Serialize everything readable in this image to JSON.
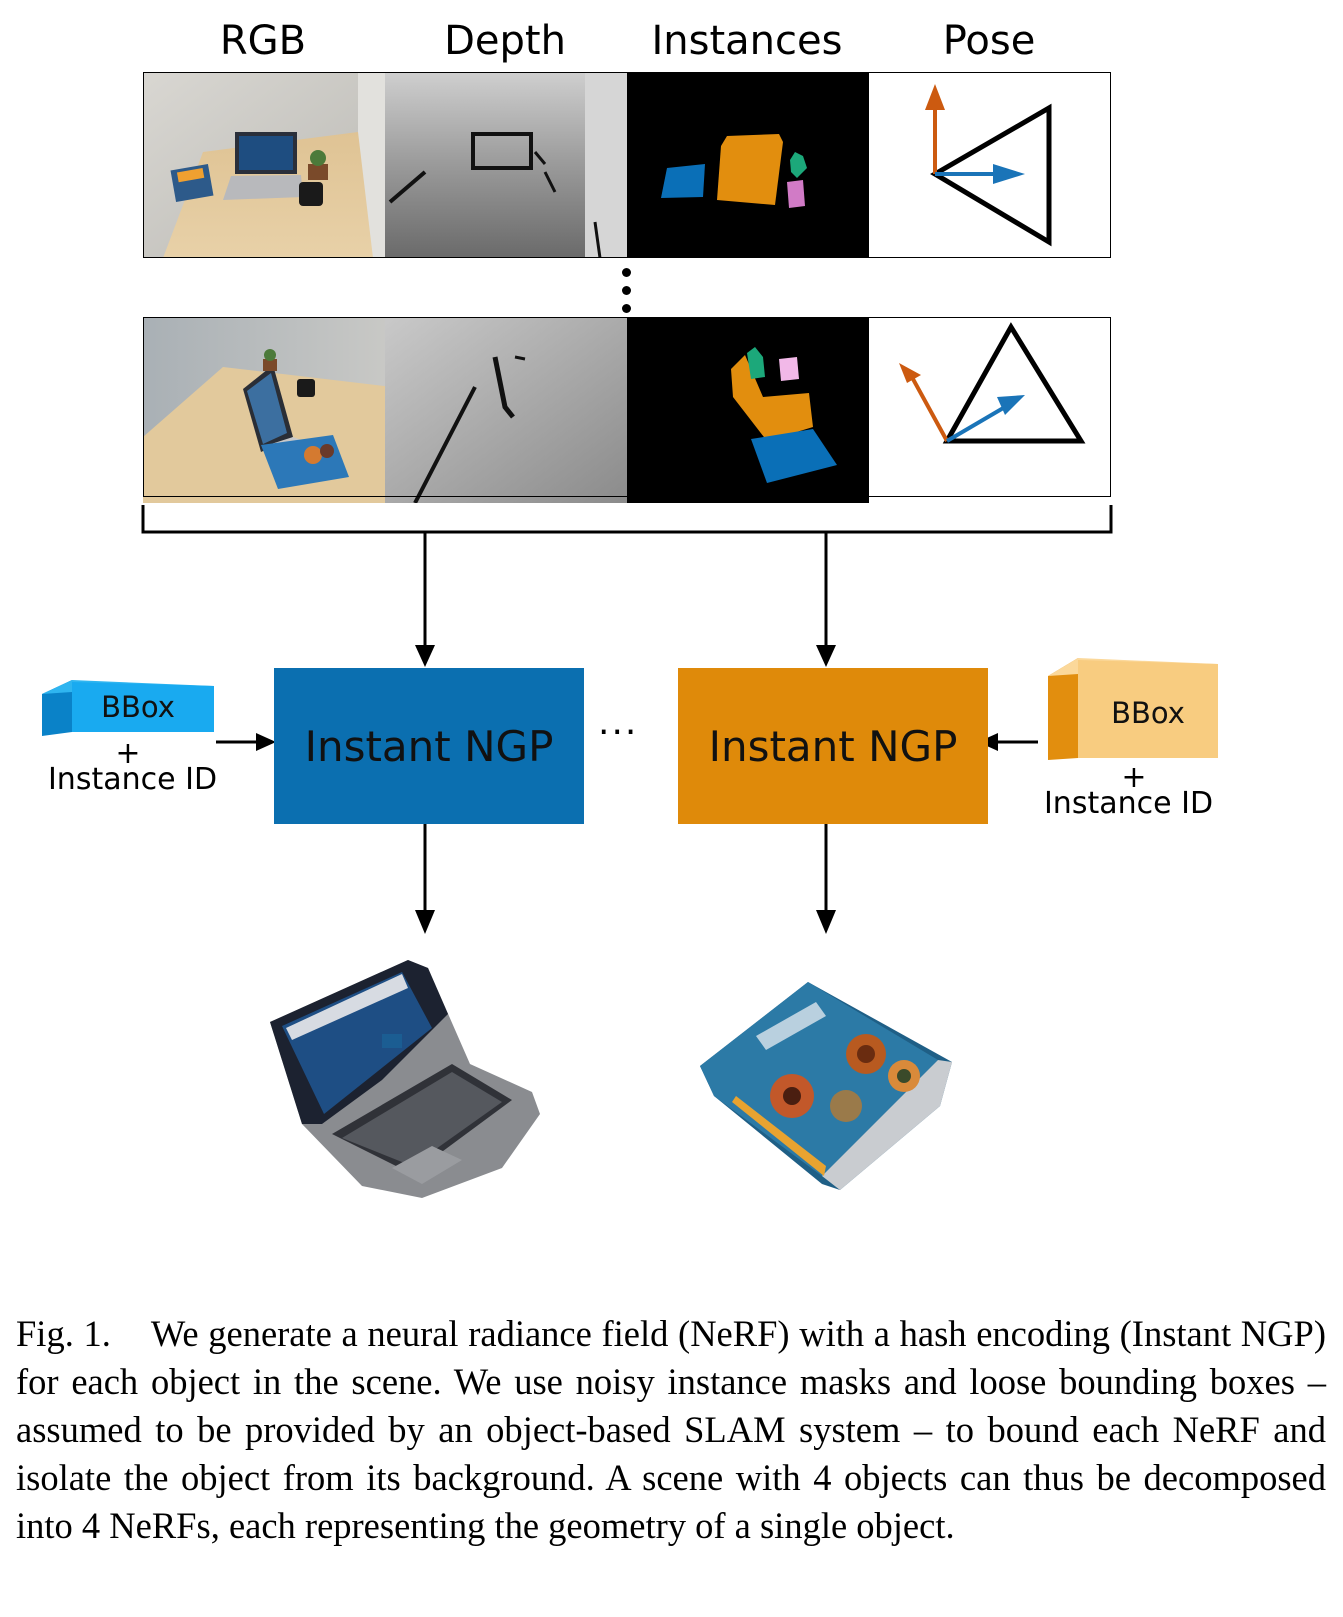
{
  "columns": [
    "RGB",
    "Depth",
    "Instances",
    "Pose"
  ],
  "flow": {
    "left_bbox_label": "BBox",
    "right_bbox_label": "BBox",
    "plus": "+",
    "instance_id": "Instance ID",
    "ngp_left": "Instant NGP",
    "ngp_right": "Instant NGP",
    "ellipsis": "···",
    "colors": {
      "blue": "#0b6fb0",
      "orange": "#df8a0a",
      "light_blue": "#1aa8e8",
      "light_orange": "#f6cb80"
    }
  },
  "caption": {
    "label": "Fig. 1.",
    "text": "We generate a neural radiance field (NeRF) with a hash encoding (Instant NGP) for each object in the scene. We use noisy instance masks and loose bounding boxes – assumed to be provided by an object-based SLAM system – to bound each NeRF and isolate the object from its background. A scene with 4 objects can thus be decomposed into 4 NeRFs, each representing the geometry of a single object."
  }
}
